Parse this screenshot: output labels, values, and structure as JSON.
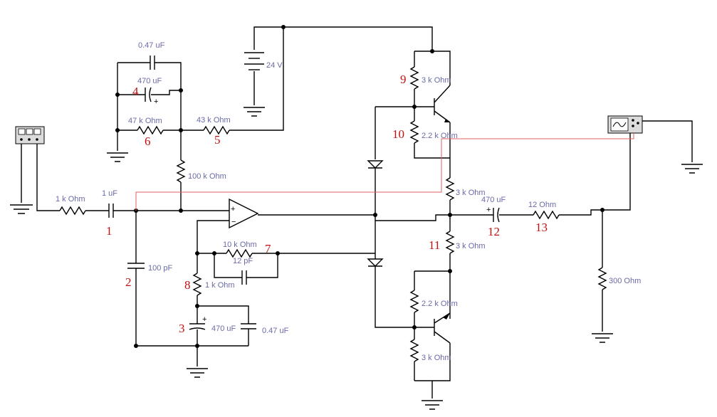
{
  "colors": {
    "wire": "#000000",
    "label": "#6a6aa8",
    "annotation": "#c21010",
    "probe": "#e06060"
  },
  "labels": {
    "c_047_top": "0.47 uF",
    "c_470_top": "470 uF",
    "r_47k": "47 k Ohm",
    "r_43k": "43 k Ohm",
    "battery": "24 V",
    "r_100k": "100 k Ohm",
    "r_1k_in": "1 k Ohm",
    "c_1u": "1 uF",
    "c_100p": "100 pF",
    "r_10k": "10 k Ohm",
    "c_12p": "12 pF",
    "r_1k_fb": "1 k Ohm",
    "c_470_bot": "470 uF",
    "c_047_bot": "0.47 uF",
    "r_3k_top": "3 k Ohm",
    "r_22k_top": "2.2 k Ohm",
    "r_3k_mid_top": "3 k Ohm",
    "c_470_out": "470 uF",
    "r_12": "12  Ohm",
    "r_3k_mid_bot": "3 k Ohm",
    "r_22k_bot": "2.2 k Ohm",
    "r_3k_bot": "3 k Ohm",
    "r_load": "300  Ohm"
  },
  "numbers": {
    "n1": "1",
    "n2": "2",
    "n3": "3",
    "n4": "4",
    "n5": "5",
    "n6": "6",
    "n7": "7",
    "n8": "8",
    "n9": "9",
    "n10": "10",
    "n11": "11",
    "n12": "12",
    "n13": "13"
  },
  "icons": {
    "function_generator": "function-generator-icon",
    "oscilloscope": "oscilloscope-icon",
    "ground": "ground-icon",
    "battery": "battery-icon",
    "op_amp": "op-amp-icon",
    "diode": "diode-icon",
    "transistor": "transistor-icon"
  }
}
